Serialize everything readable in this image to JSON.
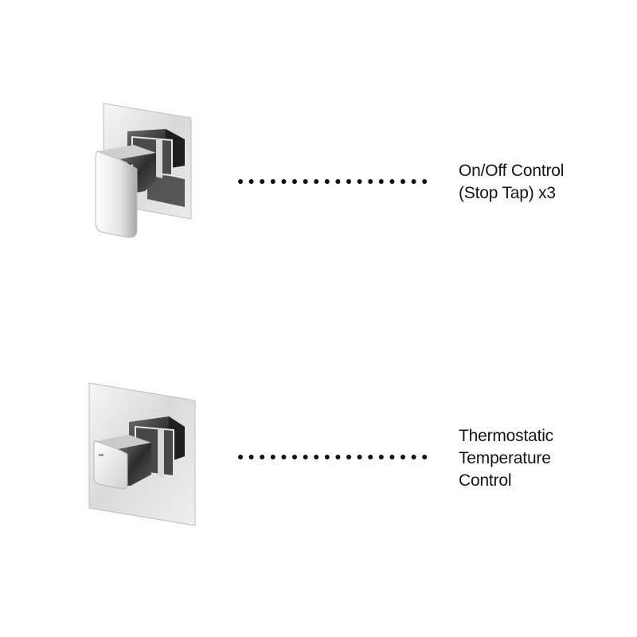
{
  "items": [
    {
      "product_icon": "shower-stop-tap-valve-icon",
      "label_lines": [
        "On/Off Control",
        "(Stop Tap) x3"
      ]
    },
    {
      "product_icon": "thermostatic-valve-icon",
      "label_lines": [
        "Thermostatic",
        "Temperature",
        "Control"
      ]
    }
  ],
  "colors": {
    "background": "#ffffff",
    "text": "#151515",
    "dots": "#111111",
    "chrome_light": "#f2f2f2",
    "chrome_dark": "#3a3a3a"
  }
}
